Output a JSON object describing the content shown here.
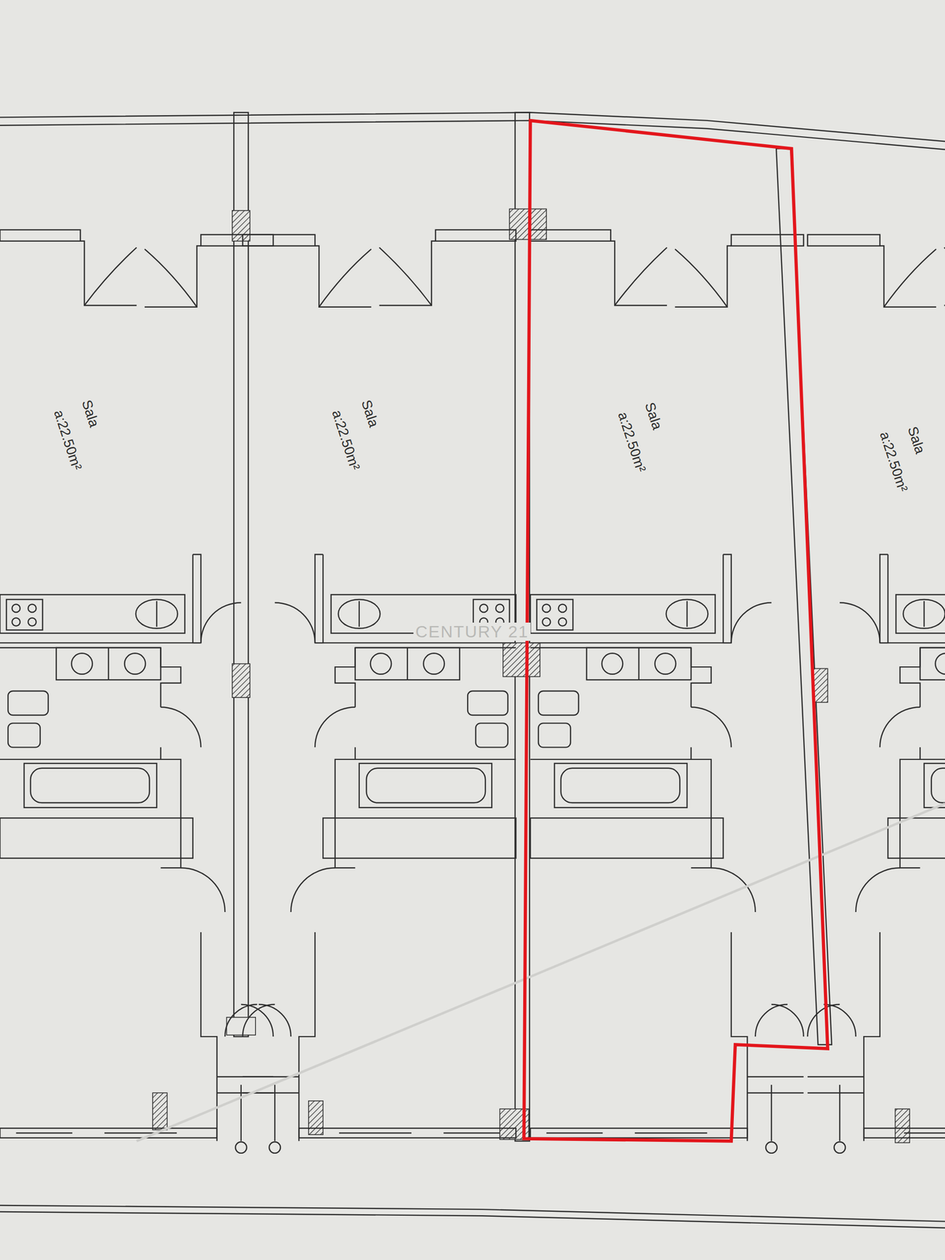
{
  "diagram": {
    "labels": [
      "Sala",
      "a:22.50m²",
      "Sala",
      "a:22.50m²",
      "Sala",
      "a:22.50m²",
      "Sala",
      "a:22.50m²",
      "CENTURY 21"
    ]
  }
}
